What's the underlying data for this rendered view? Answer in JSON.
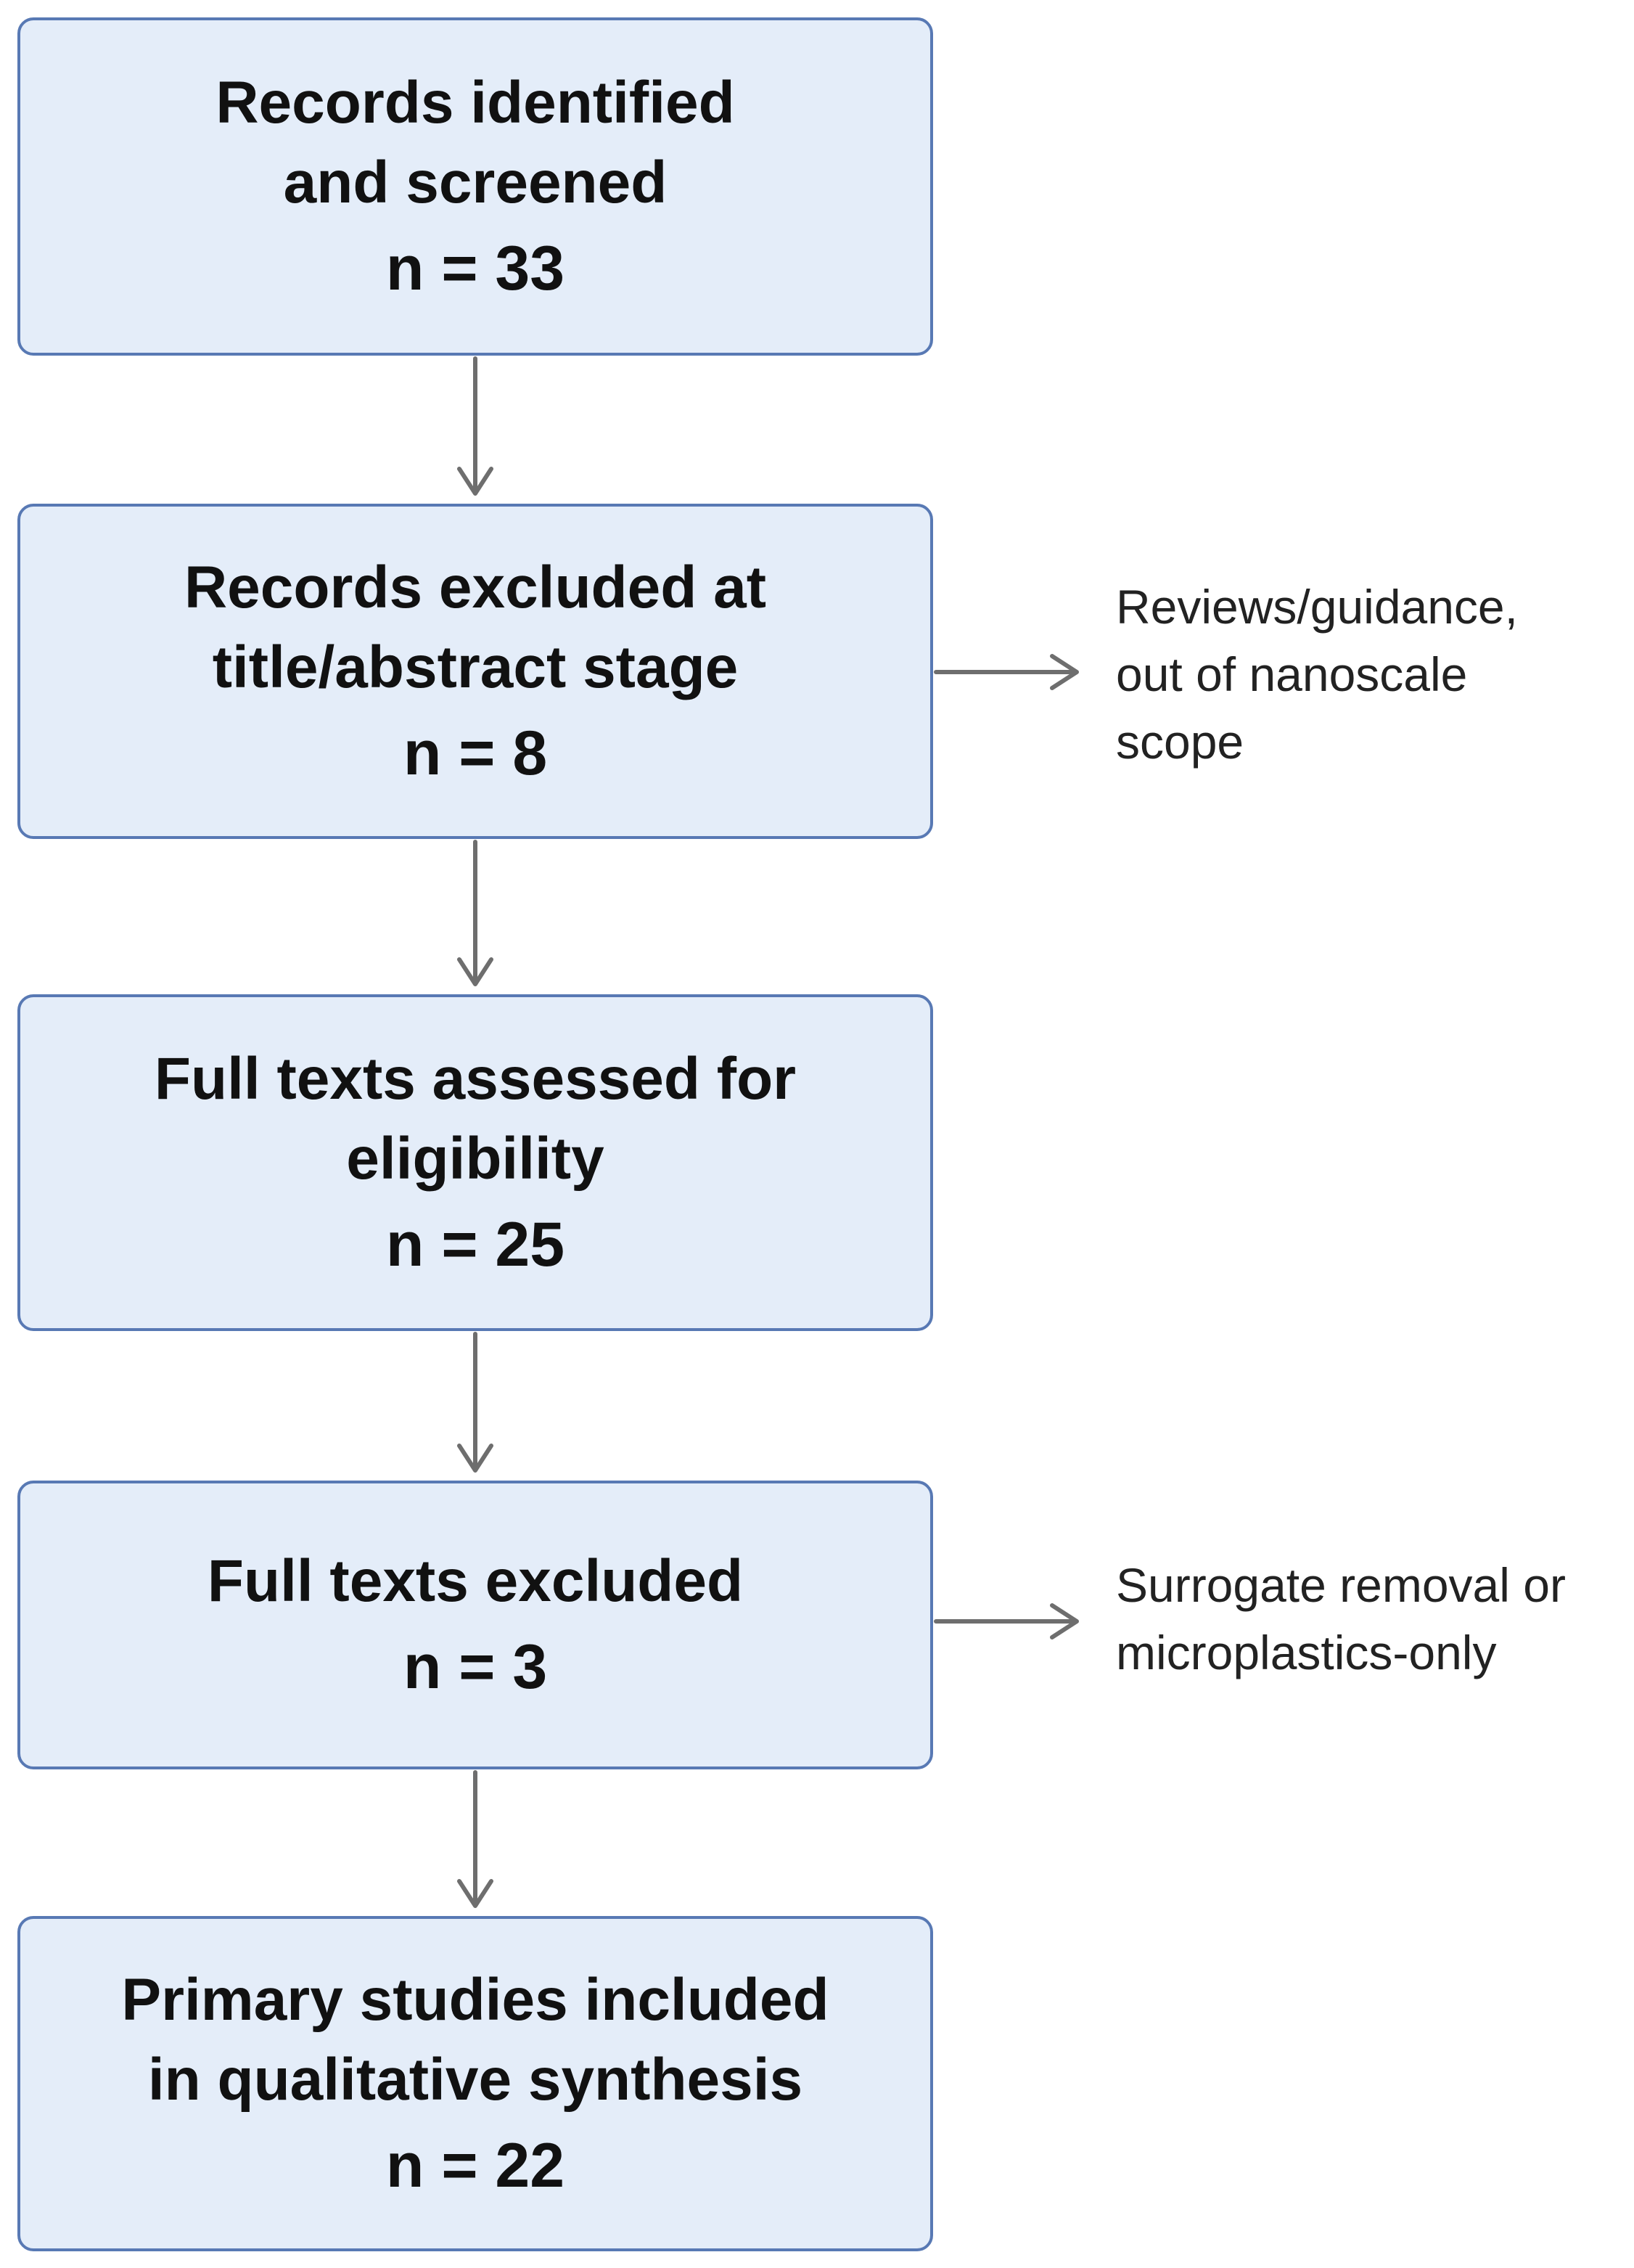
{
  "flow": {
    "stages": [
      {
        "title_lines": [
          "Records identified",
          "and screened"
        ],
        "count": "n = 33"
      },
      {
        "title_lines": [
          "Records excluded at",
          "title/abstract stage"
        ],
        "count": "n = 8"
      },
      {
        "title_lines": [
          "Full texts assessed for",
          "eligibility"
        ],
        "count": "n = 25"
      },
      {
        "title_lines": [
          "Full texts excluded"
        ],
        "count": "n = 3"
      },
      {
        "title_lines": [
          "Primary studies included",
          "in qualitative synthesis"
        ],
        "count": "n = 22"
      }
    ],
    "side_notes": [
      {
        "lines": [
          "Reviews/guidance,",
          "out of nanoscale",
          "scope"
        ]
      },
      {
        "lines": [
          "Surrogate removal or",
          "microplastics-only"
        ]
      }
    ]
  },
  "colors": {
    "box_fill": "#e4edf9",
    "box_border": "#5879b4",
    "arrow": "#6e6e6e",
    "text": "#111111"
  }
}
